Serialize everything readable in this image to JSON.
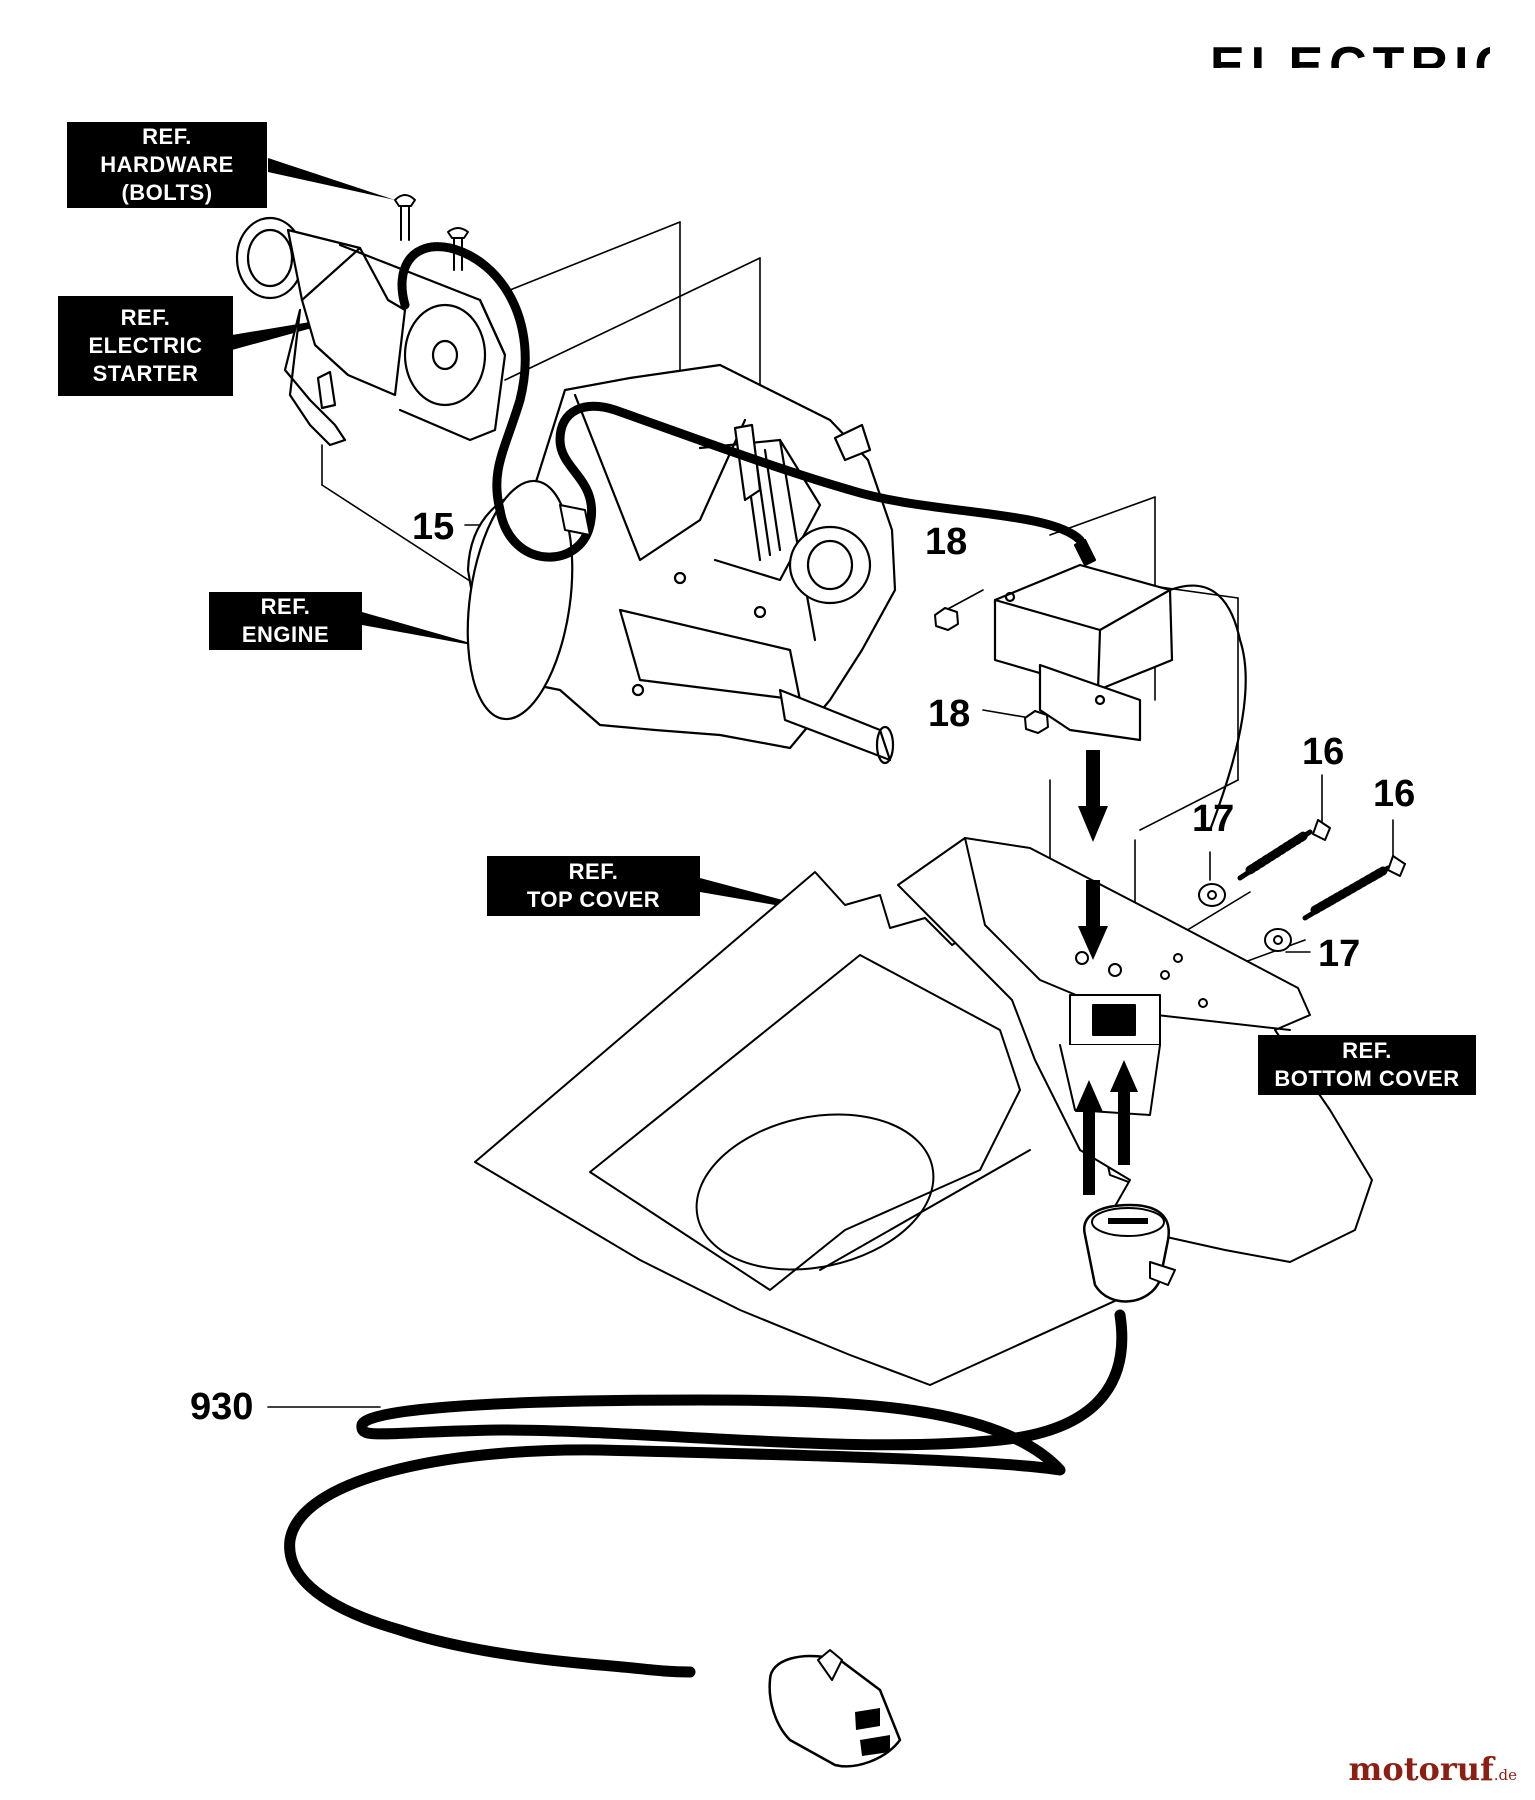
{
  "title": "ELECTRIC S",
  "refs": {
    "hardware": [
      "REF.",
      "HARDWARE",
      "(BOLTS)"
    ],
    "starter": [
      "REF.",
      "ELECTRIC",
      "STARTER"
    ],
    "engine": [
      "REF.",
      "ENGINE"
    ],
    "top_cover": [
      "REF.",
      "TOP COVER"
    ],
    "bottom_cover": [
      "REF.",
      "BOTTOM COVER"
    ]
  },
  "part_numbers": {
    "p15": "15",
    "p18a": "18",
    "p18b": "18",
    "p16a": "16",
    "p16b": "16",
    "p17a": "17",
    "p17b": "17",
    "p930": "930"
  },
  "watermark": {
    "main": "motoruf",
    "suffix": ".de"
  }
}
